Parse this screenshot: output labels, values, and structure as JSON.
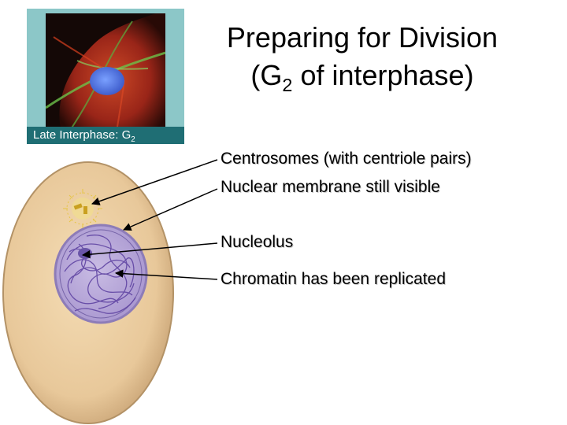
{
  "title": {
    "line1": "Preparing for Division",
    "line2_prefix": "(G",
    "line2_sub": "2",
    "line2_suffix": " of interphase)"
  },
  "photo": {
    "caption_prefix": "Late Interphase: G",
    "caption_sub": "2",
    "panel_color": "#8cc7c8",
    "caption_color": "#1f6e74"
  },
  "labels": {
    "centrosomes": "Centrosomes (with centriole pairs)",
    "nuclear_membrane": "Nuclear membrane still visible",
    "nucleolus": "Nucleolus",
    "chromatin": "Chromatin has been replicated"
  },
  "colors": {
    "cytoplasm": "#e8c89a",
    "nucleus": "#b9a8d6",
    "chromatin": "#5b3fa0",
    "centrosome": "#e6c545"
  }
}
